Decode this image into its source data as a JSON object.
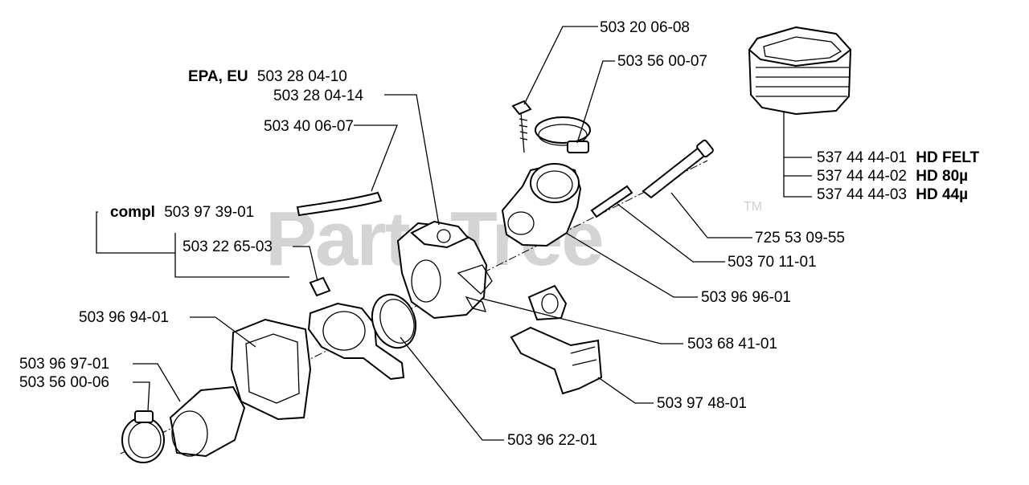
{
  "watermark": {
    "text": "PartsTree",
    "trademark": "TM"
  },
  "labels": {
    "p_50320": {
      "text": "503 20 06-08"
    },
    "p_50356_07": {
      "text": "503 56 00-07"
    },
    "p_epa": {
      "prefix": "EPA, EU",
      "text": "503 28 04-10"
    },
    "p_50328_14": {
      "text": "503 28 04-14"
    },
    "p_50340": {
      "text": "503 40 06-07"
    },
    "p_compl": {
      "prefix": "compl",
      "text": "503 97 39-01"
    },
    "p_50322": {
      "text": "503 22 65-03"
    },
    "p_50394": {
      "text": "503 96 94-01"
    },
    "p_50397_01": {
      "text": "503 96 97-01"
    },
    "p_50356_06": {
      "text": "503 56 00-06"
    },
    "p_filter1": {
      "text": "537 44 44-01",
      "suffix": "HD FELT"
    },
    "p_filter2": {
      "text": "537 44 44-02",
      "suffix": "HD 80µ"
    },
    "p_filter3": {
      "text": "537 44 44-03",
      "suffix": "HD 44µ"
    },
    "p_72553": {
      "text": "725 53 09-55"
    },
    "p_50370": {
      "text": "503 70 11-01"
    },
    "p_50396_01": {
      "text": "503 96 96-01"
    },
    "p_50368": {
      "text": "503 68 41-01"
    },
    "p_50397_48": {
      "text": "503 97 48-01"
    },
    "p_50396_22": {
      "text": "503 96 22-01"
    }
  }
}
